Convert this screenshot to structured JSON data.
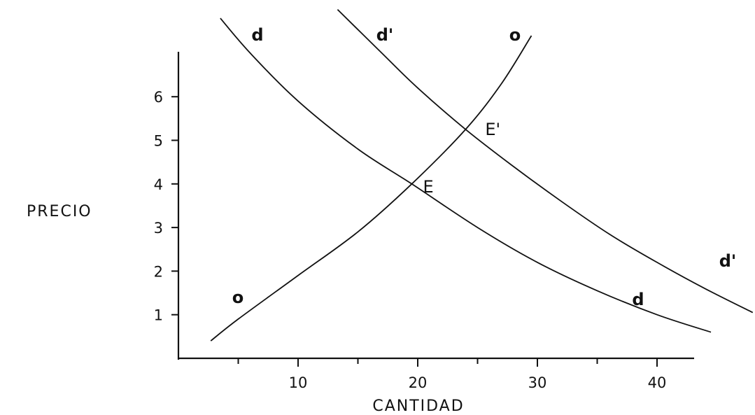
{
  "chart_data": {
    "type": "line",
    "xlabel": "CANTIDAD",
    "ylabel": "PRECIO",
    "xlim": [
      0,
      44
    ],
    "ylim": [
      0,
      7
    ],
    "x_ticks": [
      10,
      20,
      30,
      40
    ],
    "x_minor_ticks": [
      5,
      15,
      25,
      35
    ],
    "y_ticks": [
      1,
      2,
      3,
      4,
      5,
      6
    ],
    "grid": false,
    "series": [
      {
        "name": "o",
        "label_start": "o",
        "label_end": "o",
        "x": [
          2.7,
          5,
          10,
          15,
          19.5,
          24,
          27,
          29.5
        ],
        "y": [
          0.4,
          0.9,
          1.9,
          2.9,
          4.0,
          5.25,
          6.3,
          7.4
        ]
      },
      {
        "name": "d",
        "label_start": "d",
        "label_end": "d",
        "x": [
          3.5,
          6,
          10,
          15,
          19.5,
          25,
          30,
          35,
          40,
          44.5
        ],
        "y": [
          7.8,
          7.0,
          5.9,
          4.8,
          4.0,
          3.0,
          2.2,
          1.55,
          1.0,
          0.6
        ]
      },
      {
        "name": "d'",
        "label_start": "d'",
        "label_end": "d'",
        "x": [
          13.3,
          17,
          20,
          24,
          28,
          32,
          36,
          40,
          44,
          48
        ],
        "y": [
          8.0,
          7.0,
          6.2,
          5.25,
          4.4,
          3.6,
          2.85,
          2.2,
          1.6,
          1.05
        ]
      }
    ],
    "points": [
      {
        "label": "E",
        "x": 19.5,
        "y": 4.0
      },
      {
        "label": "E'",
        "x": 24,
        "y": 5.25
      }
    ]
  }
}
